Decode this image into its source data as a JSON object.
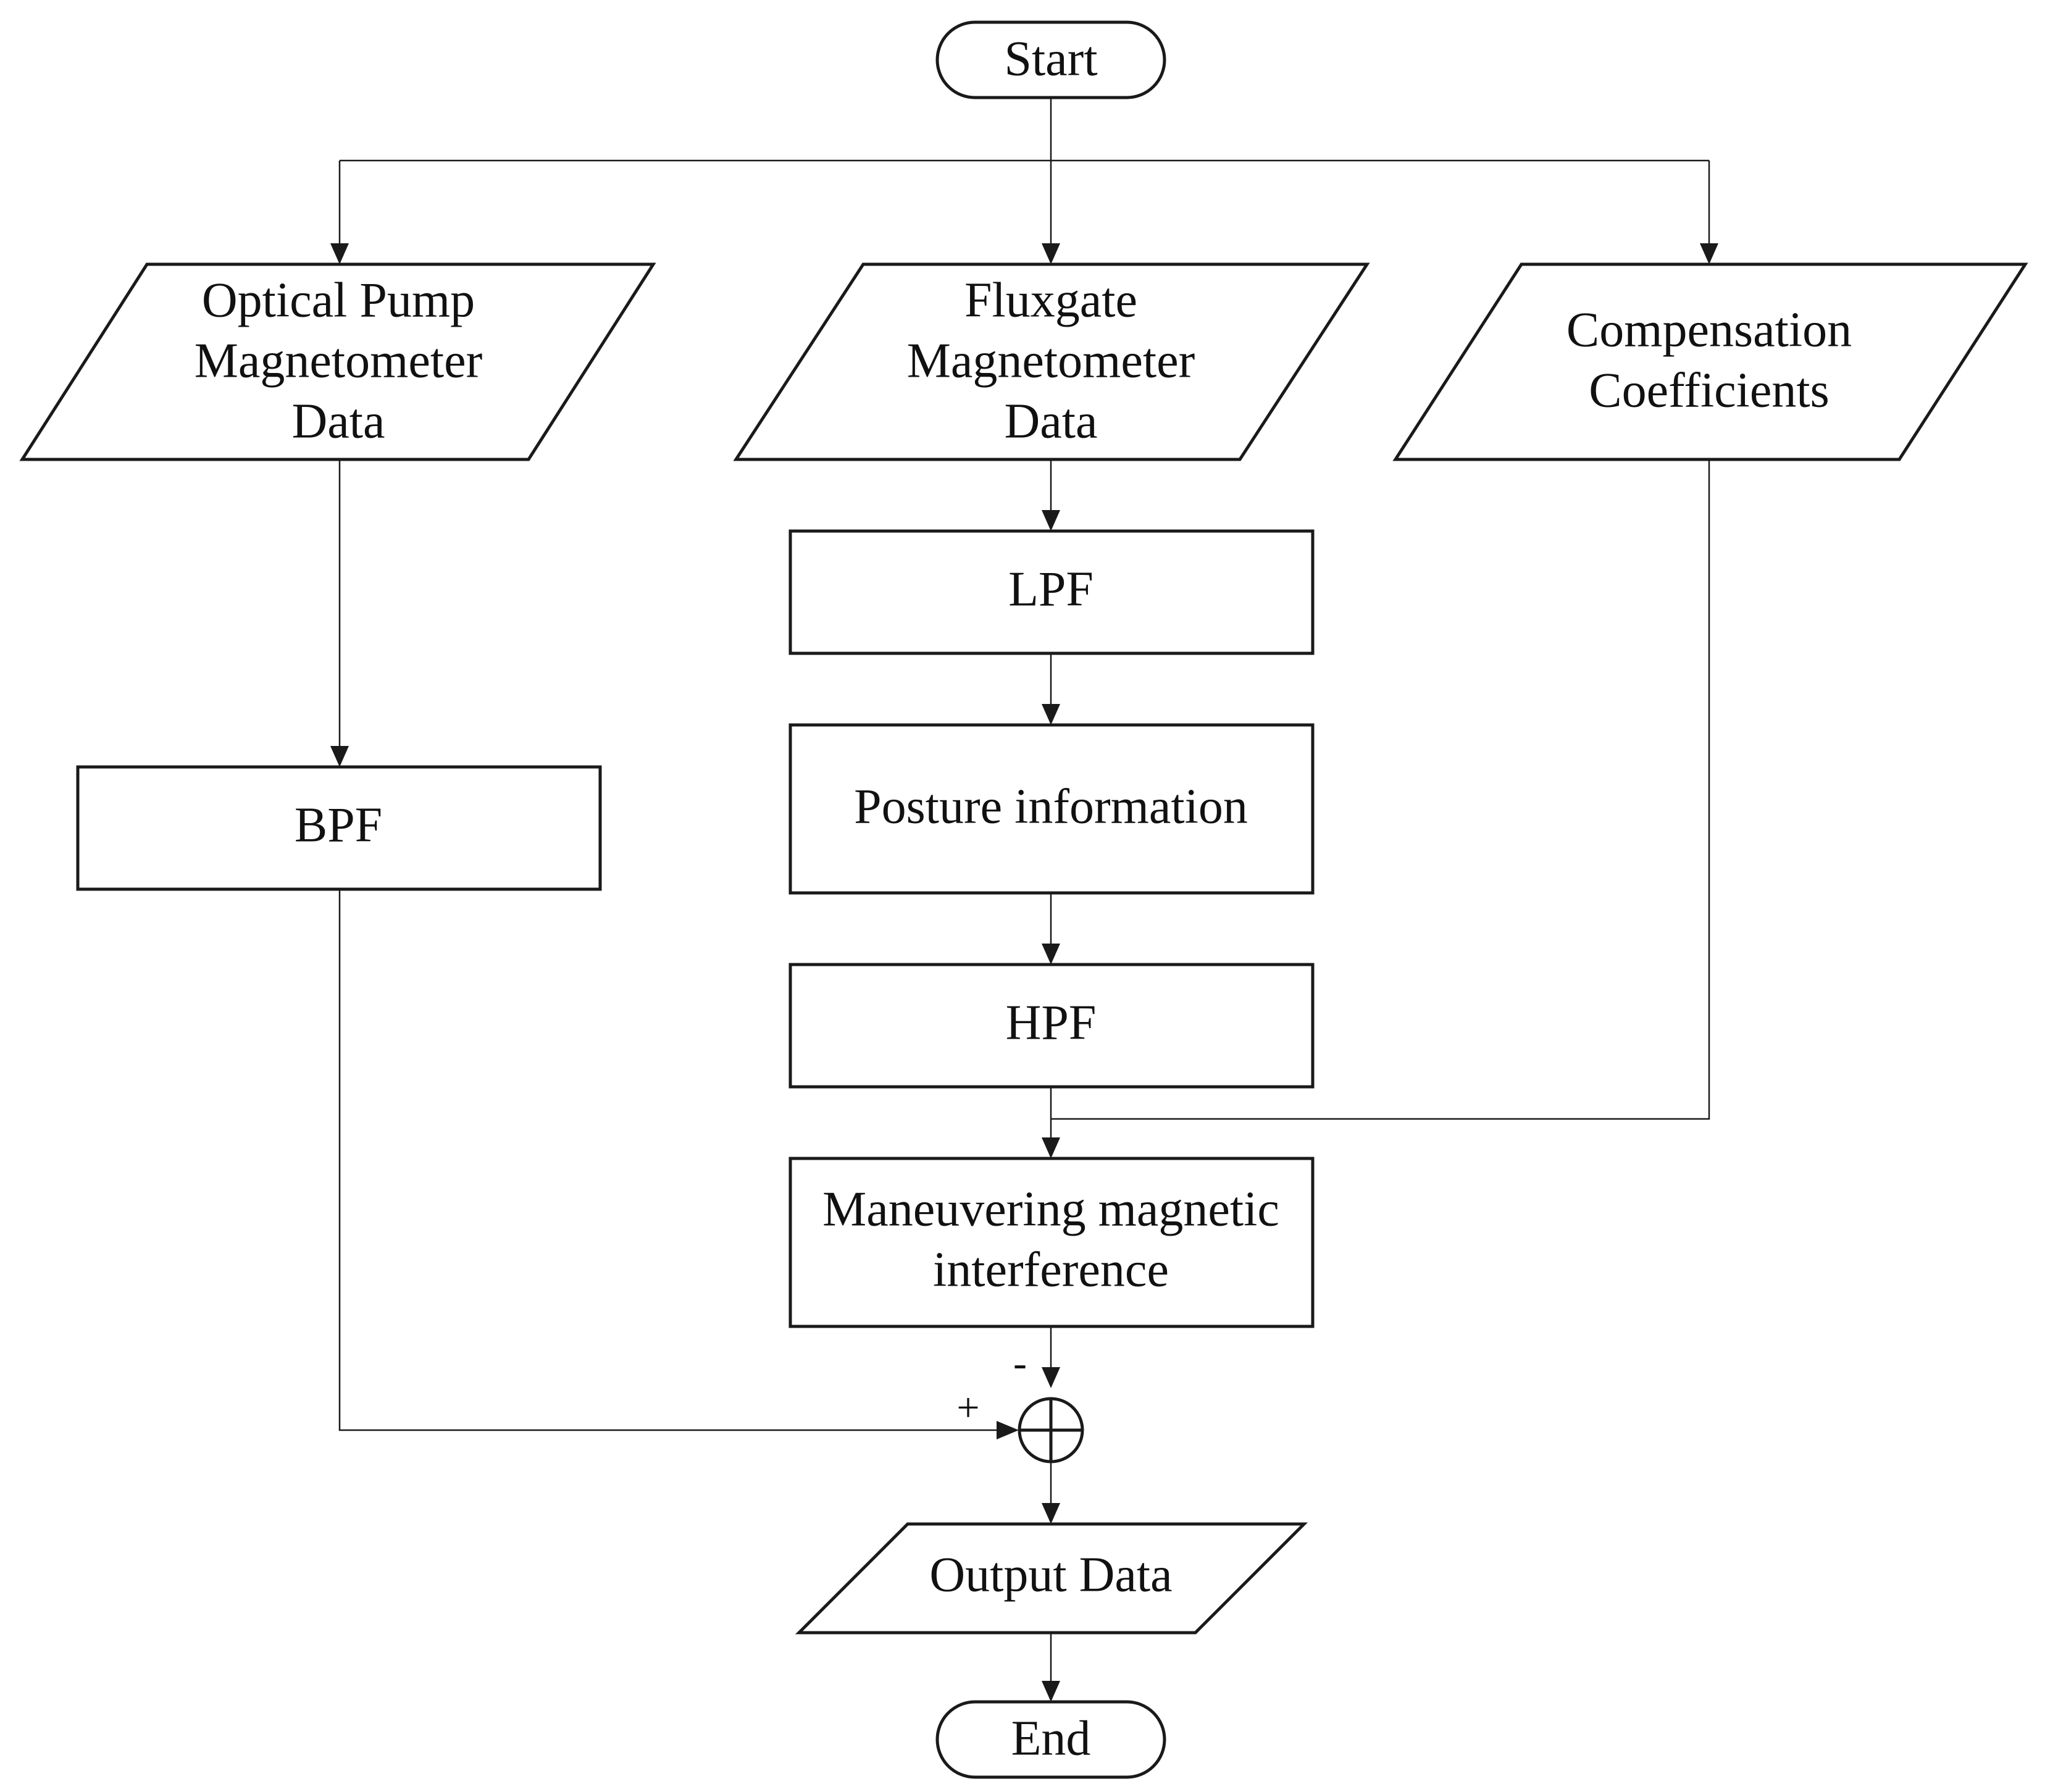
{
  "flowchart": {
    "start": "Start",
    "end": "End",
    "inputs": {
      "optical_pump": [
        "Optical Pump",
        "Magnetometer",
        "Data"
      ],
      "fluxgate": [
        "Fluxgate",
        "Magnetometer",
        "Data"
      ],
      "compensation": [
        "Compensation",
        "Coefficients"
      ]
    },
    "steps": {
      "bpf": "BPF",
      "lpf": "LPF",
      "posture": "Posture information",
      "hpf": "HPF",
      "maneuvering": [
        "Maneuvering magnetic",
        "interference"
      ]
    },
    "summing_junction": {
      "plus_sign": "+",
      "minus_sign": "-"
    },
    "output": "Output Data"
  }
}
